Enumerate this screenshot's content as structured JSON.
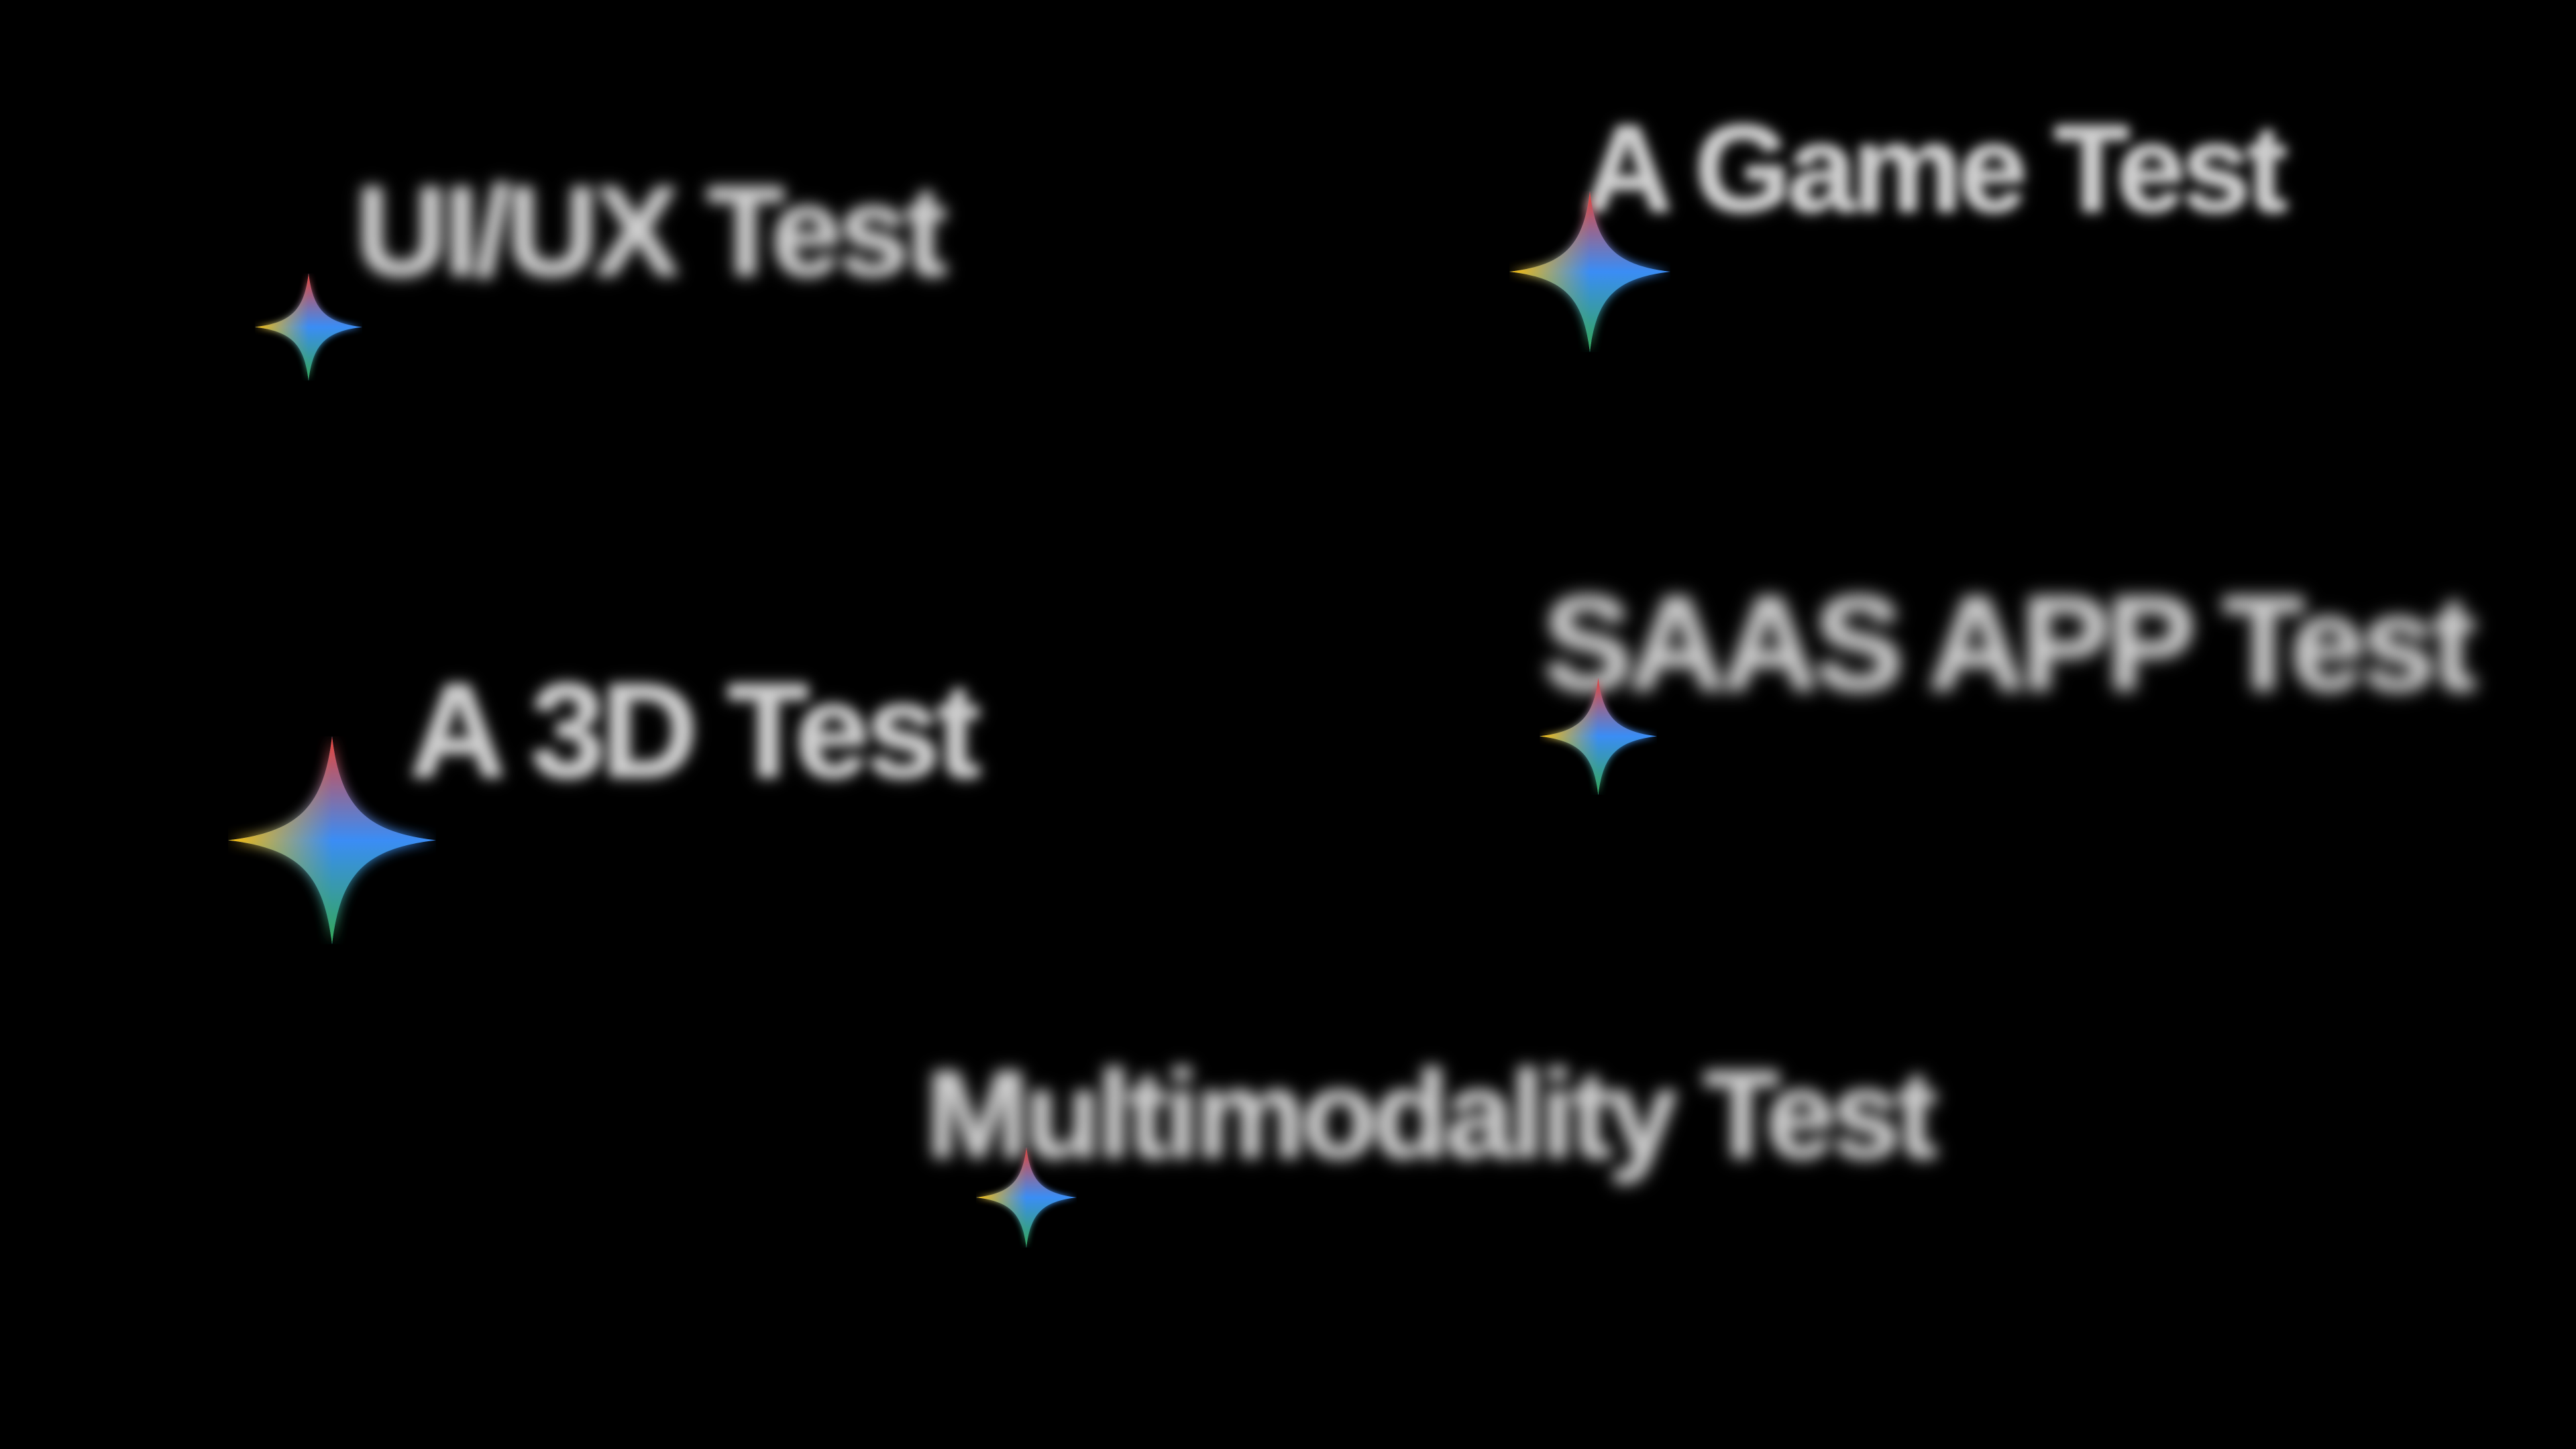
{
  "items": [
    {
      "label": "UI/UX Test",
      "icon": "four-point-sparkle-icon"
    },
    {
      "label": "A Game Test",
      "icon": "four-point-sparkle-icon"
    },
    {
      "label": "A 3D Test",
      "icon": "four-point-sparkle-icon"
    },
    {
      "label": "SAAS APP Test",
      "icon": "four-point-sparkle-icon"
    },
    {
      "label": "Multimodality Test",
      "icon": "four-point-sparkle-icon"
    }
  ],
  "colors": {
    "background": "#000000",
    "text": "#cfcfcf",
    "sparkle_red": "#ea4335",
    "sparkle_yellow": "#fbbc04",
    "sparkle_green": "#34a853",
    "sparkle_blue": "#4285f4"
  }
}
